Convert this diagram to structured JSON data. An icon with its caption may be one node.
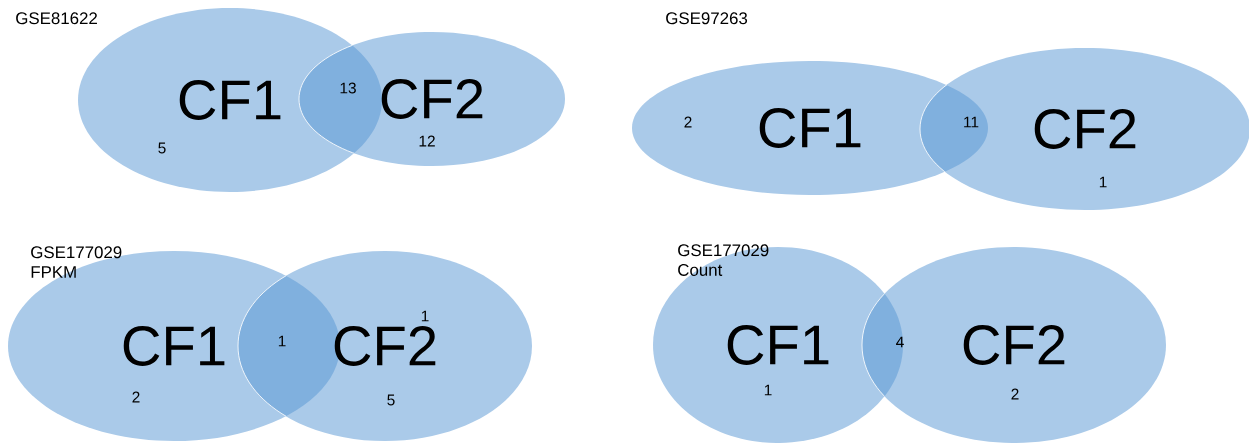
{
  "diagram": {
    "nodes": [
      {
        "text": [
          "CF1"
        ]
      },
      {
        "text": [
          "CF2"
        ]
      },
      {
        "text": [
          "CF1"
        ]
      },
      {
        "text": [
          "CF2"
        ]
      },
      {
        "text": [
          "CF1"
        ]
      },
      {
        "text": [
          "CF2"
        ]
      },
      {
        "text": [
          "CF1"
        ]
      },
      {
        "text": [
          "CF2"
        ]
      }
    ],
    "labels": [
      "GSE81622",
      "13",
      "5",
      "12",
      "GSE97263",
      "2",
      "11",
      "1",
      "GSE177029 FPKM",
      "1",
      "1",
      "2",
      "5",
      "GSE177029 Count",
      "4",
      "1",
      "2"
    ]
  }
}
